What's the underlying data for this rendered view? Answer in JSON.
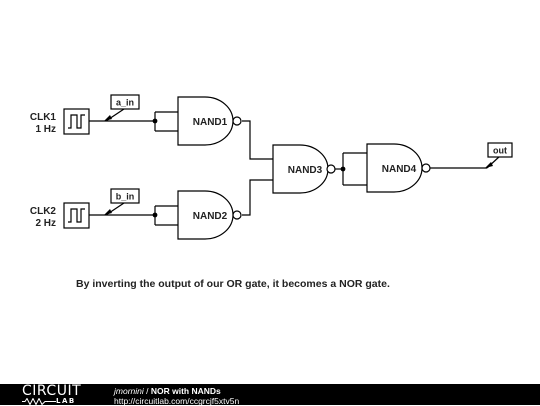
{
  "schematic": {
    "clocks": [
      {
        "name": "CLK1",
        "freq": "1 Hz"
      },
      {
        "name": "CLK2",
        "freq": "2 Hz"
      }
    ],
    "gates": [
      "NAND1",
      "NAND2",
      "NAND3",
      "NAND4"
    ],
    "net_labels": {
      "a_in": "a_in",
      "b_in": "b_in",
      "out": "out"
    }
  },
  "caption": "By inverting the output of our OR gate, it becomes a NOR gate.",
  "footer": {
    "logo_top": "CIRCUIT",
    "logo_bottom": "LAB",
    "author": "jmornini",
    "separator": " / ",
    "title": "NOR with NANDs",
    "url": "http://circuitlab.com/ccgrcjf5xtv5n"
  },
  "colors": {
    "wire": "#000000",
    "footer_bg": "#000000"
  }
}
